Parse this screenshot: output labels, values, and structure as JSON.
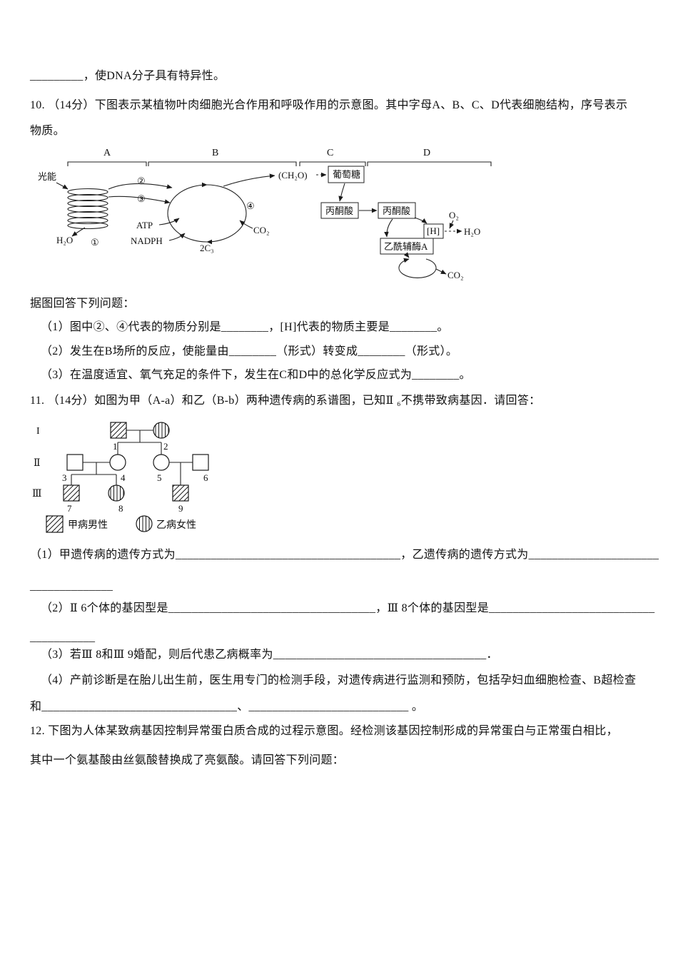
{
  "doc": {
    "dna_line": "_________，使DNA分子具有特异性。",
    "q10": {
      "header1": "10. （14分）下图表示某植物叶肉细胞光合作用和呼吸作用的示意图。其中字母A、B、C、D代表细胞结构，序号表示",
      "header2": "物质。",
      "prompt": "据图回答下列问题：",
      "sub1": "（1）图中②、④代表的物质分别是________，[H]代表的物质主要是________。",
      "sub2": "（2）发生在B场所的反应，使能量由________（形式）转变成________（形式）。",
      "sub3": "（3）在温度适宜、氧气充足的条件下，发生在C和D中的总化学反应式为________。"
    },
    "fig10": {
      "region_a": "A",
      "region_b": "B",
      "region_c": "C",
      "region_d": "D",
      "light_energy": "光能",
      "num1": "①",
      "num2": "②",
      "num3": "③",
      "num4": "④",
      "atp": "ATP",
      "nadph": "NADPH",
      "h2o_left": "H₂O",
      "c3": "2C₃",
      "co2_calvin": "CO₂",
      "ch2o": "(CH₂O)",
      "glucose": "葡萄糖",
      "pyruvate_c": "丙酮酸",
      "pyruvate_d": "丙酮酸",
      "h_carrier": "[H]",
      "o2": "O₂",
      "h2o_right": "H₂O",
      "acetyl_coa": "乙酰辅酶A",
      "co2_krebs": "CO₂"
    },
    "q11": {
      "header": "11. （14分）如图为甲（A-a）和乙（B-b）两种遗传病的系谱图，已知Ⅱ ₆不携带致病基因．请回答：",
      "sub1": "（1）甲遗传病的遗传方式为______________________________________，乙遗传病的遗传方式为______________________",
      "sub1_cont": "______________",
      "sub2": "（2）Ⅱ 6个体的基因型是___________________________________，Ⅲ 8个体的基因型是____________________________",
      "sub2_cont": "___________",
      "sub3": "（3）若Ⅲ 8和Ⅲ 9婚配，则后代患乙病概率为____________________________________．",
      "sub4a": "（4）产前诊断是在胎儿出生前，医生用专门的检测手段，对遗传病进行监测和预防，包括孕妇血细胞检查、B超检查",
      "sub4b": "和_________________________________、___________________________ 。"
    },
    "fig11": {
      "gen1": "I",
      "gen2": "Ⅱ",
      "gen3": "Ⅲ",
      "n1": "1",
      "n2": "2",
      "n3": "3",
      "n4": "4",
      "n5": "5",
      "n6": "6",
      "n7": "7",
      "n8": "8",
      "n9": "9",
      "legend_male": "甲病男性",
      "legend_female": "乙病女性"
    },
    "q12": {
      "line1": "12. 下图为人体某致病基因控制异常蛋白质合成的过程示意图。经检测该基因控制形成的异常蛋白与正常蛋白相比，",
      "line2": "其中一个氨基酸由丝氨酸替换成了亮氨酸。请回答下列问题："
    }
  }
}
